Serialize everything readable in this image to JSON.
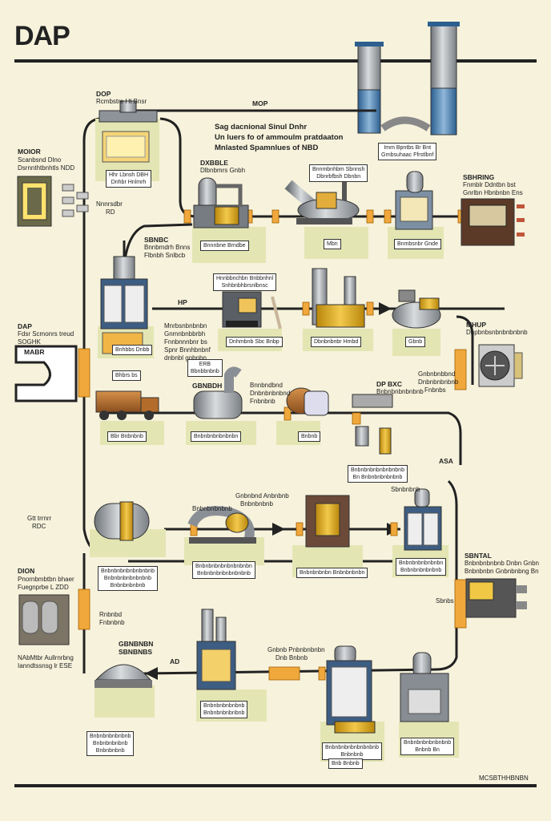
{
  "title": "DAP",
  "header": {
    "top_label_dop": "DOP",
    "top_label_dop_sub": "Rcmbstre Ht Bnsr",
    "mop": "MOP",
    "headline": [
      "Sag dacnional Sinul Dnhr",
      "Un luers fo of ammoulm pratdaaton",
      "Mnlasted Spamnlues of NBD"
    ],
    "stack_box": [
      "Imm Bpntbs Br Bnt",
      "Grnbsuhaac Ffrstlbnf"
    ]
  },
  "left_labels": {
    "motor": "MOIOR",
    "motor_sub": [
      "Scanbsnd Dlno",
      "Dsrnnthtbnhtls NDD"
    ],
    "dap": "DAP",
    "dap_sub": [
      "Fdsr Scmonrs treud",
      "SOGHK"
    ],
    "dap_card": "MABR",
    "d_tbrrnr": [
      "Gtt trrnrr",
      "RDC"
    ],
    "dion": "DION",
    "dion_sub": [
      "Pnornbmbtbn bhaer",
      "Fuegnprbe L ZDD"
    ],
    "nab": [
      "NAbMtbr Aullrnrbng",
      "Ianndtssnsg lr ESE"
    ]
  },
  "row1": {
    "dop_box": [
      "Hhr Lbnsh DBH",
      "Dnhbr Hnlmrh"
    ],
    "hor_label": [
      "Nnnrsdbr",
      "RD"
    ],
    "dxbble": "DXBBLE",
    "dxbble_sub": "Dlbnbmrs Gnbh",
    "box1": "Bnnnbne Brndbe",
    "box2": [
      "Bnnmbnhbm Sbnnsh",
      "Dbnrbfbsh Dbnbn"
    ],
    "box3": "Mbn",
    "box4": "Bnmbsnbr Gnde",
    "sbhrbng": "SBHRING",
    "sbhrbng_sub": [
      "Fnmblr Ddntbn bst",
      "Gnrlbn Hbnbnbn Ens"
    ],
    "sbnbc": "SBNBC",
    "sbnbc_sub": [
      "Bnnbmdrh Bnns",
      "Flbnbh Snlbcb"
    ]
  },
  "row2": {
    "box1": [
      "Hnnbbnchbn Bnbbnhnl",
      "Snhbnbhbrsnlbnsc"
    ],
    "hp": "HP",
    "box_left": "Bnhbbs Dnbb",
    "box_left2": "Bhbrs bs",
    "box2": "Dnhmbnb Sbc Bnbp",
    "box3": "Dbnbnbnbr Hmbd",
    "box4": "Gbnb",
    "mid_text": [
      "Mnrbsnbnbnbn",
      "Gnmnbnbbrbh",
      "Fnnbnnnbnr bs",
      "Spnr Bnnhbnbnf",
      "dnbnbl gnbnbn"
    ],
    "mid_small": [
      "ERB",
      "Bbnbbnbnb"
    ],
    "mhup": "MHUP",
    "mhup_sub": "Dnpbnbsnbnbnbnbnb"
  },
  "row3": {
    "gbnbdh": "GBNBDH",
    "gbnbdh_sub": [
      "Bnnbndbnd",
      "Dnbnbnbnbnd",
      "Fnbnbnb"
    ],
    "dp_bxc": "DP BXC",
    "dp_bxc_sub": "Bnbnbnbnbnbnb",
    "box1": "Bbr Bnbnbnb",
    "box2": "Bnbnbnbnbnbnbn",
    "box3": "Bnbnb",
    "right_text": [
      "Gnbnbnbbnd",
      "Dnbnbnbnbnb",
      "Fnbnbs"
    ],
    "box4": [
      "Bnbnbnbnbnbnbnbnb",
      "Bn Bnbnbnbnbnbnb"
    ],
    "asa": "ASA",
    "sbnbnb": "Sbnbnbnb"
  },
  "row4": {
    "gnbnbd": [
      "Gnbnbnd Anbnbnb",
      "Bnbnbnbnb"
    ],
    "bnbnbnbnb": "Bnbnbnbnbnb",
    "box1": [
      "Bnbnbnbnbnbnbnbnb",
      "Bnbnbnbnbnbnbnb",
      "Bnbnbnbnbnb"
    ],
    "box2": [
      "Bnbnbnbnbnbnbnbnbn",
      "Bnbnbnbnbnbnbnbnb"
    ],
    "box3": "Bnbnbnbnbn Bnbnbnbnbn",
    "box4": [
      "Bnbnbnbnbnbnbn",
      "Bnbnbnbnbnbnb"
    ],
    "sbntal": "SBNTAL",
    "sbntal_sub": [
      "Bnbnbnbnbnb Dnbn Gnbn",
      "Bnbnbnbn Gnbnbnbng Bn"
    ],
    "sbnbs": "Sbnbs",
    "mid_left": [
      "Rnbnbd",
      "Fnbnbnb"
    ]
  },
  "row5": {
    "gbnbnb": [
      "GBNBNBN",
      "SBNBNBS"
    ],
    "ad": "AD",
    "gnbnb_prod": [
      "Gnbnb Pnbnbnbnbn",
      "Dnb Bnbnb"
    ],
    "box1": [
      "Bnbnbnbnbnbnb",
      "Bnbnbnbnbnb",
      "Bnbnbnbnb"
    ],
    "box2": [
      "Bnbnbnbnbnbnb",
      "Bnbnbnbnbnbnb"
    ],
    "box3": [
      "Bnbnbnbnbnbnbnbnb",
      "Bnbnbnb"
    ],
    "box4": "Bnb Bnbnb",
    "box5": [
      "Bnbnbnbnbnbnbnb",
      "Bnbnb Bn"
    ]
  },
  "footer": "MCSBTHHBNBN"
}
